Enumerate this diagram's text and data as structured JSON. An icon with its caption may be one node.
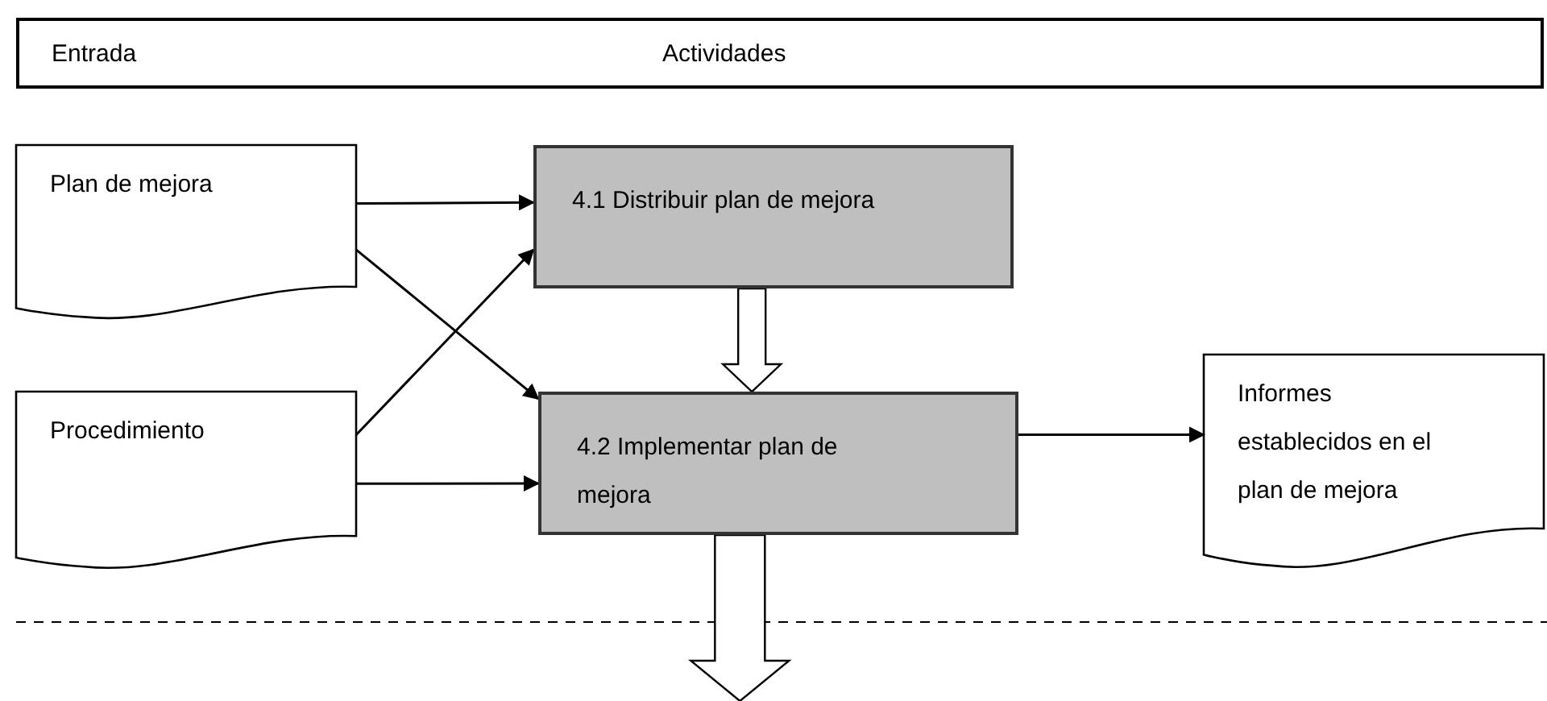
{
  "diagram": {
    "nodes": [
      {
        "text": [
          "Entrada",
          "Actividades"
        ]
      },
      {
        "text": [
          "Plan de mejora"
        ]
      },
      {
        "text": [
          "Procedimiento"
        ]
      },
      {
        "text": [
          "4.1 Distribuir plan de mejora"
        ]
      },
      {
        "text": [
          "4.2 Implementar plan de mejora"
        ]
      },
      {
        "text": [
          "Informes establecidos en el plan de mejora"
        ]
      }
    ],
    "edges": [
      {
        "from": 1,
        "to": 3,
        "arrow": "to"
      },
      {
        "from": 1,
        "to": 4,
        "arrow": "to"
      },
      {
        "from": 2,
        "to": 3,
        "arrow": "to"
      },
      {
        "from": 2,
        "to": 4,
        "arrow": "to"
      },
      {
        "from": 3,
        "to": 4,
        "arrow": "to",
        "style": "thick"
      },
      {
        "from": 4,
        "to": 5,
        "arrow": "to"
      },
      {
        "from": 4,
        "to": null,
        "arrow": "to",
        "style": "thick"
      }
    ]
  }
}
